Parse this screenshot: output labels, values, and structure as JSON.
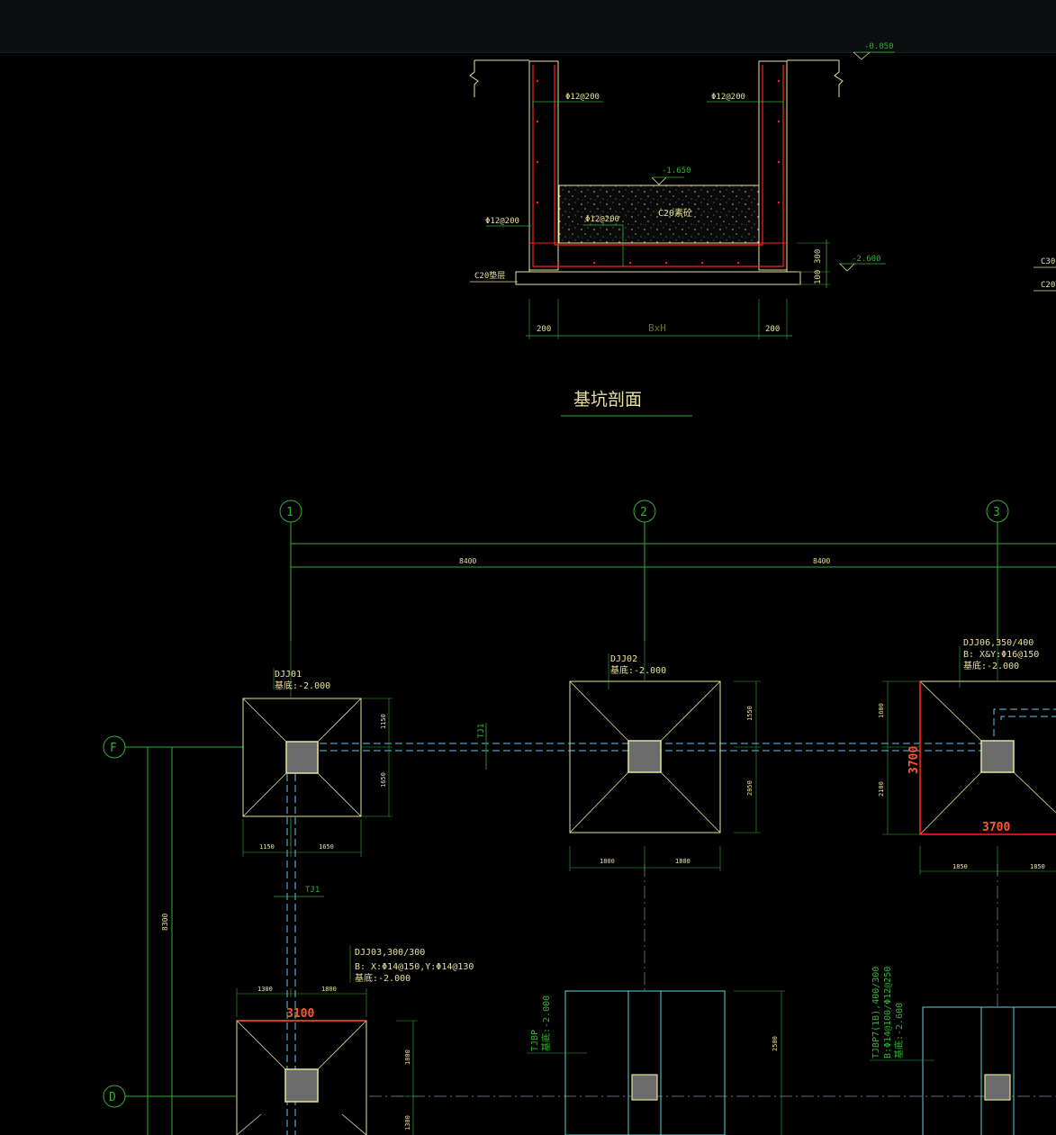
{
  "section": {
    "top_level": "-0.050",
    "pit_floor_level": "-1.650",
    "bottom_level": "-2.600",
    "rebar_left": "Φ12@200",
    "rebar_right": "Φ12@200",
    "rebar_wall": "Φ12@200",
    "rebar_bottom": "Φ12@200",
    "fill_label": "C20素砼",
    "cushion_label": "C20垫层",
    "dim_300": "300",
    "dim_100": "100",
    "dim_left": "200",
    "dim_center": "BxH",
    "dim_right": "200",
    "title": "基坑剖面",
    "edge_label_1": "C30",
    "edge_label_2": "C20"
  },
  "axes": {
    "col_1": "1",
    "col_2": "2",
    "col_3": "3",
    "row_f": "F",
    "row_d": "D",
    "span_1": "8400",
    "span_2": "8400",
    "vert_span": "8300"
  },
  "footings": {
    "dj01_name": "DJJ01",
    "dj01_base": "基底:-2.000",
    "dj01_d1": "1150",
    "dj01_d2": "1650",
    "dj01_b1": "1150",
    "dj01_b2": "1650",
    "dj02_name": "DJJ02",
    "dj02_base": "基底:-2.000",
    "dj02_d1": "1550",
    "dj02_d2": "2050",
    "dj02_b1": "1800",
    "dj02_b2": "1800",
    "dj06_name": "DJJ06,350/400",
    "dj06_rebar": "B: X&Y:Φ16@150",
    "dj06_base": "基底:-2.000",
    "dj06_d1": "1600",
    "dj06_d2": "2100",
    "dj06_b1": "1850",
    "dj06_b2": "1850",
    "dj06_overall_v": "3700",
    "dj06_overall_h": "3700",
    "dj03_name": "DJJ03,300/300",
    "dj03_rebar": "B: X:Φ14@150,Y:Φ14@130",
    "dj03_base": "基底:-2.000",
    "dj03_t1": "1300",
    "dj03_t2": "1800",
    "dj03_overall": "3100",
    "dj03_d1": "1800",
    "dj03_d2": "1300",
    "tj1_a": "TJ1",
    "tj1_b": "TJ1",
    "tjbp_left": "TJBP",
    "tjbp_left_base": "基底:-2.000",
    "tjbp_mid_dim": "2500",
    "tjbp_right": "TJBP7(1B),400/300",
    "tjbp_right_rebar": "B:Φ14@100/Φ12@250",
    "tjbp_right_base": "基底:-2.600"
  },
  "colors": {
    "background": "#000000",
    "grid_green": "#33b033",
    "yellow": "#e8e29a",
    "red_outline": "#ff2020",
    "dim_orange": "#ff5a2e",
    "cyan": "#5ec9e8",
    "teal": "#5ad6d6",
    "column_fill": "#6c6c6c"
  }
}
